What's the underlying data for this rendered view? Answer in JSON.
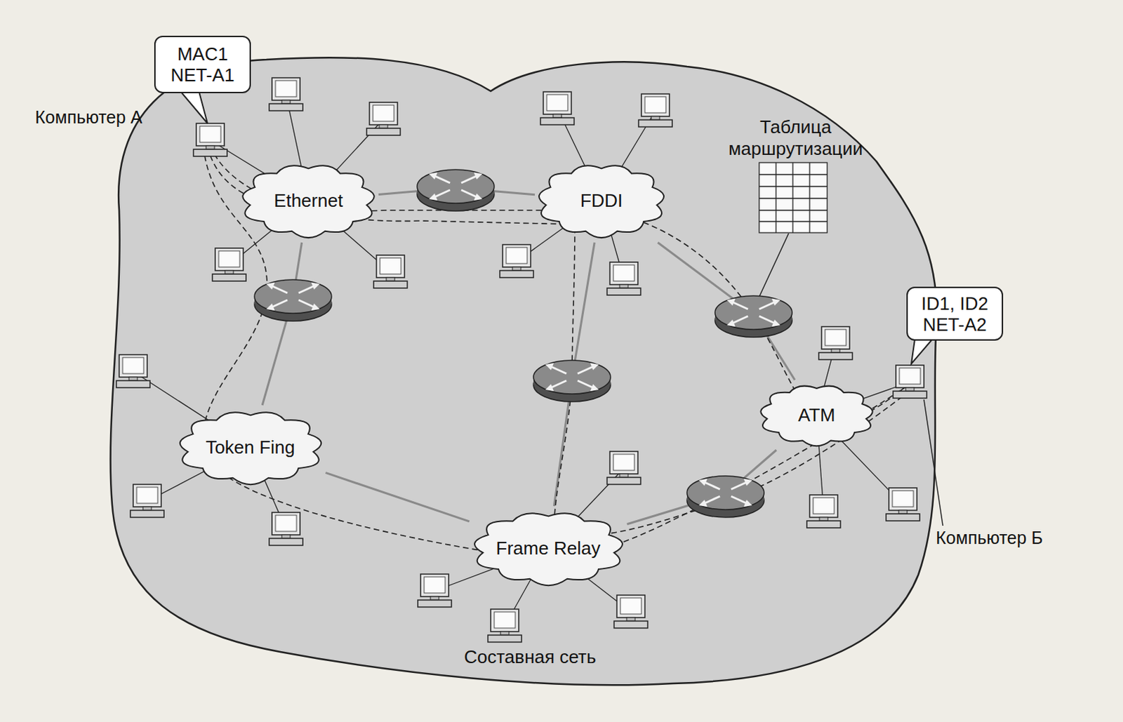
{
  "diagram": {
    "nodes": [
      {
        "text": [
          "Составная сеть"
        ]
      },
      {
        "text": [
          "Ethernet"
        ],
        "in": 0
      },
      {
        "text": [
          "FDDI"
        ],
        "in": 0
      },
      {
        "text": [
          "Token Fing"
        ],
        "in": 0
      },
      {
        "text": [
          "Frame Relay"
        ],
        "in": 0
      },
      {
        "text": [
          "ATM"
        ],
        "in": 0
      },
      {
        "text": [
          "MAC1 NET-A1"
        ]
      },
      {
        "text": [
          "ID1, ID2 NET-A2"
        ]
      }
    ],
    "edges": [
      {
        "from": 1,
        "to": 2,
        "arrow": "none"
      },
      {
        "from": 1,
        "to": 3,
        "arrow": "none"
      },
      {
        "from": 2,
        "to": 4,
        "arrow": "none"
      },
      {
        "from": 2,
        "to": 5,
        "arrow": "none"
      },
      {
        "from": 3,
        "to": 4,
        "arrow": "none"
      },
      {
        "from": 4,
        "to": 5,
        "arrow": "none"
      }
    ],
    "labels": [
      "Компьютер А",
      "Таблица маршрутизации",
      "Компьютер Б"
    ]
  }
}
